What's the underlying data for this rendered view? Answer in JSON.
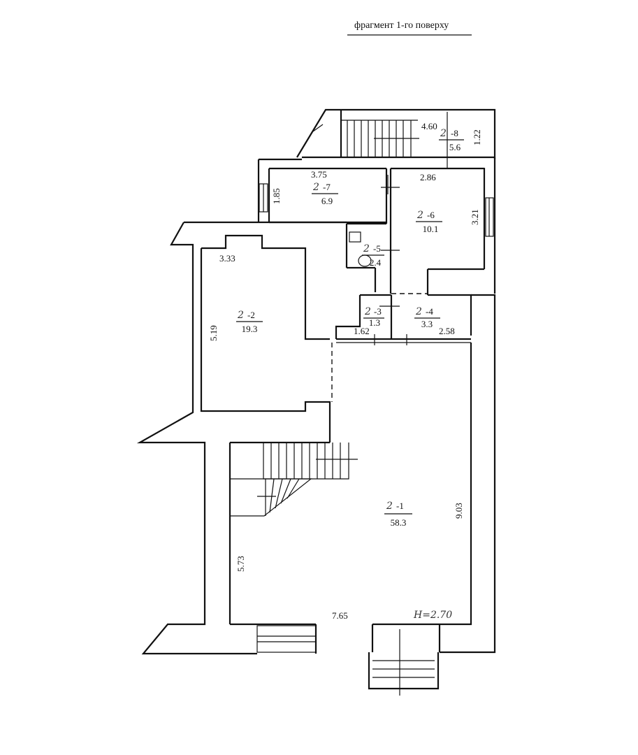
{
  "title": "фрагмент 1-го поверху",
  "height_note": "H=2.70",
  "rooms": [
    {
      "id": "2-1",
      "prefix": "2",
      "num": "-1",
      "area": "58.3"
    },
    {
      "id": "2-2",
      "prefix": "2",
      "num": "-2",
      "area": "19.3"
    },
    {
      "id": "2-3",
      "prefix": "2",
      "num": "-3",
      "area": "1.3"
    },
    {
      "id": "2-4",
      "prefix": "2",
      "num": "-4",
      "area": "3.3"
    },
    {
      "id": "2-5",
      "prefix": "2",
      "num": "-5",
      "area": "2.4"
    },
    {
      "id": "2-6",
      "prefix": "2",
      "num": "-6",
      "area": "10.1"
    },
    {
      "id": "2-7",
      "prefix": "2",
      "num": "-7",
      "area": "6.9"
    },
    {
      "id": "2-8",
      "prefix": "2",
      "num": "-8",
      "area": "5.6"
    }
  ],
  "dimensions": {
    "d_460": "4.60",
    "d_122": "1.22",
    "d_375": "3.75",
    "d_185": "1.85",
    "d_286": "2.86",
    "d_321": "3.21",
    "d_333": "3.33",
    "d_519": "5.19",
    "d_162": "1.62",
    "d_258": "2.58",
    "d_903": "9.03",
    "d_573": "5.73",
    "d_765": "7.65"
  }
}
